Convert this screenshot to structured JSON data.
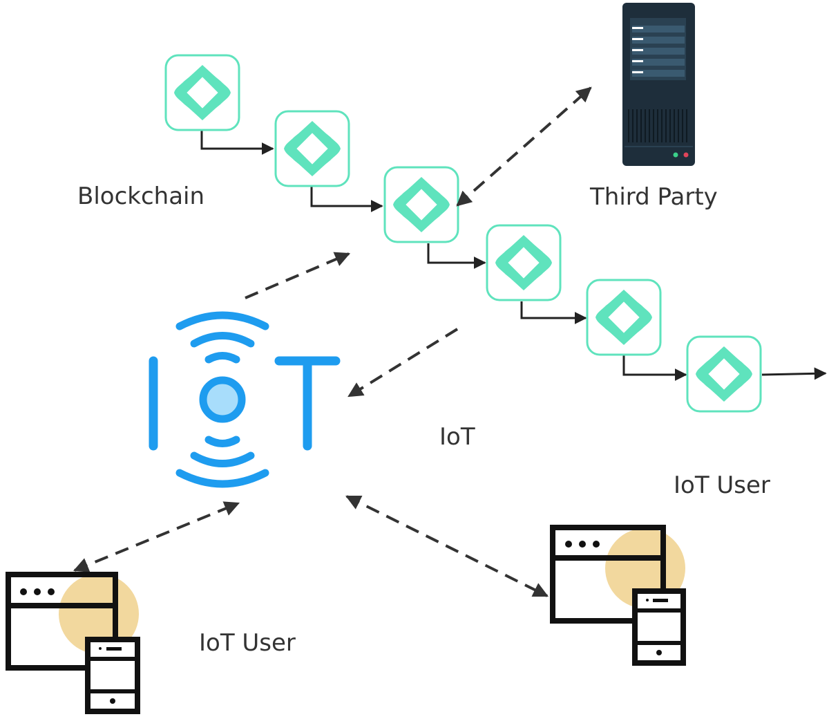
{
  "labels": {
    "blockchain": "Blockchain",
    "third_party": "Third Party",
    "iot": "IoT",
    "iot_user_right": "IoT User",
    "iot_user_left": "IoT User"
  },
  "icons": {
    "block": "blockchain-block-icon",
    "server": "server-icon",
    "iot": "iot-wireless-icon",
    "device": "browser-and-phone-icon"
  },
  "colors": {
    "block_stroke": "#5fe3bd",
    "block_fill": "#ffffff",
    "block_shape": "#5fe3bd",
    "chain_arrow": "#222222",
    "dashed_arrow": "#333333",
    "iot_blue": "#1e9cef",
    "iot_core": "#a8ddfb",
    "server_body": "#1e2e3b",
    "server_panel": "#3a5a70",
    "device_outline": "#111111",
    "device_accent": "#f2d89e"
  }
}
